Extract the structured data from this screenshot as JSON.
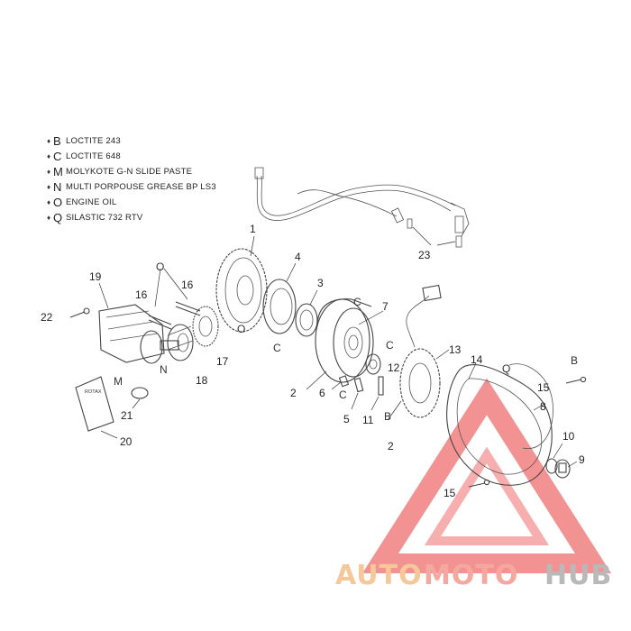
{
  "legend": [
    {
      "code": "B",
      "text": "LOCTITE 243"
    },
    {
      "code": "C",
      "text": "LOCTITE 648"
    },
    {
      "code": "M",
      "text": "MOLYKOTE G-N SLIDE PASTE"
    },
    {
      "code": "N",
      "text": "MULTI PORPOUSE GREASE BP LS3"
    },
    {
      "code": "O",
      "text": "ENGINE OIL"
    },
    {
      "code": "Q",
      "text": "SILASTIC 732 RTV"
    }
  ],
  "callouts": {
    "c1": "1",
    "c2a": "2",
    "c2b": "2",
    "c3": "3",
    "c4": "4",
    "c5": "5",
    "c6": "6",
    "c7": "7",
    "c8": "8",
    "c9": "9",
    "c10": "10",
    "c11": "11",
    "c12": "12",
    "c13": "13",
    "c14": "14",
    "c15a": "15",
    "c15b": "15",
    "c16a": "16",
    "c16b": "16",
    "c17": "17",
    "c18": "18",
    "c19": "19",
    "c20": "20",
    "c21": "21",
    "c22": "22",
    "c23": "23"
  },
  "symbols": {
    "O1": "O",
    "O2": "O",
    "C1": "C",
    "C2": "C",
    "C3": "C",
    "C4": "C",
    "M1": "M",
    "N1": "N",
    "B1": "B",
    "B2": "B",
    "Q1": "Q"
  },
  "booklet_label": "ROTAX",
  "watermark": {
    "part1": "AUTO",
    "part2": "MOTO",
    "part3": "HUB",
    "color1": "#f5c89a",
    "color2": "#f4a8a0",
    "color3": "#b9b9b9",
    "triangle_color": "#f08080"
  }
}
